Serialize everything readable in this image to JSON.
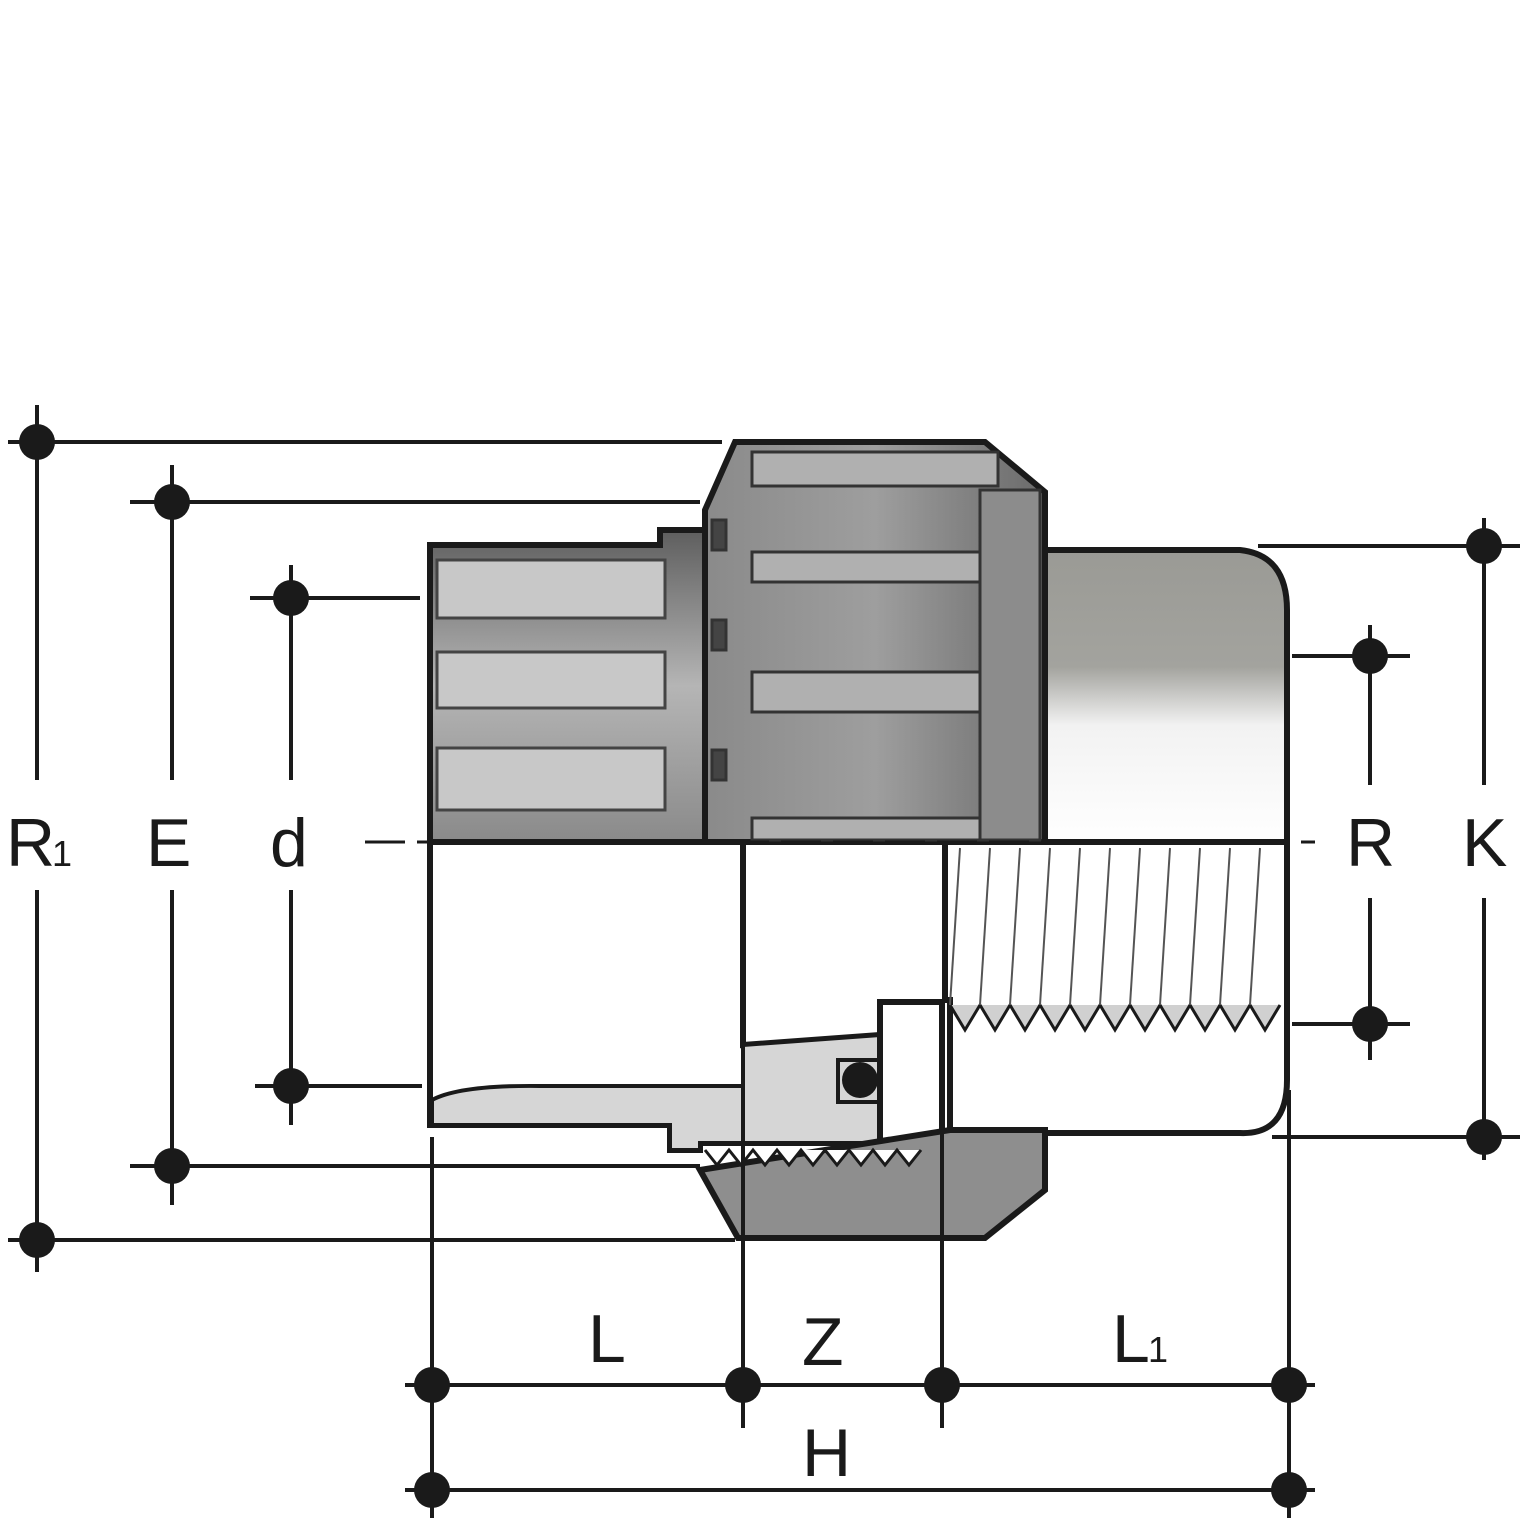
{
  "title": "Union fitting dimension drawing",
  "labels": {
    "R1": {
      "main": "R",
      "sub": "1"
    },
    "E": "E",
    "d": "d",
    "R": "R",
    "K": "K",
    "L": "L",
    "Z": "Z",
    "L1": {
      "main": "L",
      "sub": "1"
    },
    "H": "H"
  },
  "colors": {
    "ink": "#1a1a1a",
    "dark_grey": "#6f6f6f",
    "mid_grey": "#9a9a9a",
    "light_grey": "#d8d8d8"
  }
}
